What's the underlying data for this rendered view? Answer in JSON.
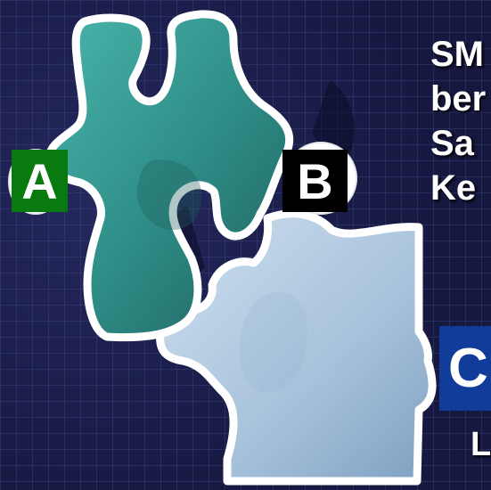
{
  "pieces": [
    {
      "label": "A",
      "color": "#087a0f"
    },
    {
      "label": "B",
      "color": "#000000"
    },
    {
      "label": "C",
      "color": "#123c9a"
    }
  ],
  "right_text": {
    "line1": "SM",
    "line2": "ber",
    "line3": "Sa",
    "line4": "Ke"
  },
  "bottom_text": "L",
  "colors": {
    "background": "#1a1d4a",
    "teal_piece": "#2f9b92",
    "blue_piece": "#a9c4dc",
    "outline": "#ffffff"
  }
}
